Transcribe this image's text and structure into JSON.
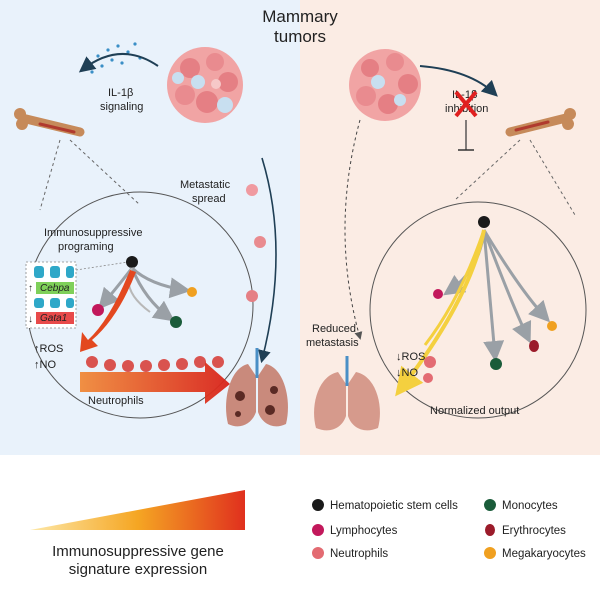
{
  "title": "Mammary tumors",
  "left_panel": {
    "signaling_line1": "IL-1β",
    "signaling_line2": "signaling",
    "metastatic_line1": "Metastatic",
    "metastatic_line2": "spread",
    "program_line1": "Immunosuppressive",
    "program_line2": "programing",
    "gene_up": "Cebpa",
    "gene_down": "Gata1",
    "arrow_up": "↑",
    "arrow_down": "↓",
    "ros": "↑ROS",
    "no": "↑NO",
    "neutrophils": "Neutrophils"
  },
  "right_panel": {
    "inhibition_line1": "IL-1β",
    "inhibition_line2": "inhibition",
    "reduced_line1": "Reduced",
    "reduced_line2": "metastasis",
    "ros": "↓ROS",
    "no": "↓NO",
    "normalized": "Normalized output"
  },
  "gradient": {
    "label_line1": "Immunosuppressive gene",
    "label_line2": "signature expression",
    "colors": [
      "#fde8a8",
      "#f5a623",
      "#e0301e"
    ]
  },
  "legend": [
    {
      "label": "Hematopoietic stem cells",
      "icon": "hsc-icon",
      "color": "#1a1a1a"
    },
    {
      "label": "Monocytes",
      "icon": "monocyte-icon",
      "color": "#1a5c3a"
    },
    {
      "label": "Lymphocytes",
      "icon": "lymphocyte-icon",
      "color": "#c2185b"
    },
    {
      "label": "Erythrocytes",
      "icon": "erythrocyte-icon",
      "color": "#9b1b2a"
    },
    {
      "label": "Neutrophils",
      "icon": "neutrophil-icon",
      "color": "#e36b72"
    },
    {
      "label": "Megakaryocytes",
      "icon": "megakaryocyte-icon",
      "color": "#f0a020"
    }
  ],
  "colors": {
    "left_bg": "#e9f2fb",
    "right_bg": "#fbece4",
    "inhibit_x": "#e02020",
    "gray_arrow": "#9aa0a6",
    "yellow_arrow": "#f4d03f",
    "lung": "#c98a7c"
  }
}
